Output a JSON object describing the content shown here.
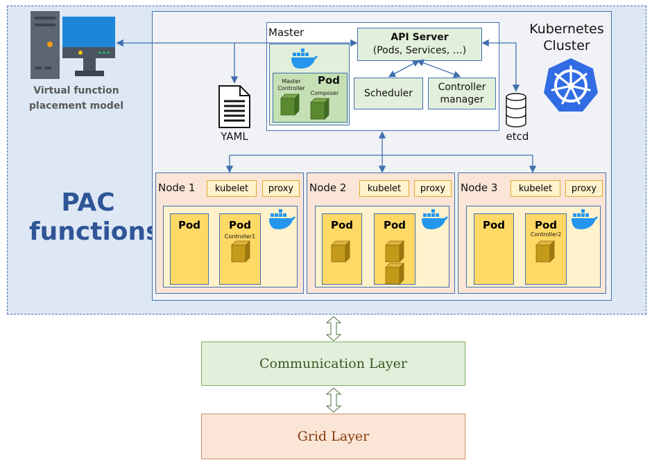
{
  "pac_label": {
    "line1": "PAC",
    "line2": "functions"
  },
  "vfpm_label": {
    "line1": "Virtual function",
    "line2": "placement model"
  },
  "yaml_label": "YAML",
  "etcd_label": "etcd",
  "cluster_label": {
    "line1": "Kubernetes",
    "line2": "Cluster"
  },
  "master": {
    "label": "Master",
    "api_title": "API Server",
    "api_sub": "(Pods, Services, …)",
    "scheduler": "Scheduler",
    "controller_manager": {
      "line1": "Controller",
      "line2": "manager"
    },
    "pod_title": "Pod",
    "master_controller": {
      "line1": "Master",
      "line2": "Controller"
    },
    "composer": "Composer"
  },
  "nodes": [
    {
      "label": "Node 1",
      "kubelet": "kubelet",
      "proxy": "proxy",
      "pod_a": "Pod",
      "pod_b": "Pod",
      "pod_b_sub": "Controller1"
    },
    {
      "label": "Node 2",
      "kubelet": "kubelet",
      "proxy": "proxy",
      "pod_a": "Pod",
      "pod_b": "Pod",
      "pod_b_sub": ""
    },
    {
      "label": "Node 3",
      "kubelet": "kubelet",
      "proxy": "proxy",
      "pod_a": "Pod",
      "pod_b": "Pod",
      "pod_b_sub": "Controller2"
    }
  ],
  "layers": {
    "communication": "Communication Layer",
    "grid": "Grid Layer"
  },
  "colors": {
    "pac_text": "#2f5597",
    "border": "#3f6fae",
    "green_box": "#e2efda",
    "node_bg": "#fbe5d6",
    "pod_bg": "#ffd966",
    "k8s_blue": "#326ce5",
    "docker_blue": "#2496ed"
  }
}
